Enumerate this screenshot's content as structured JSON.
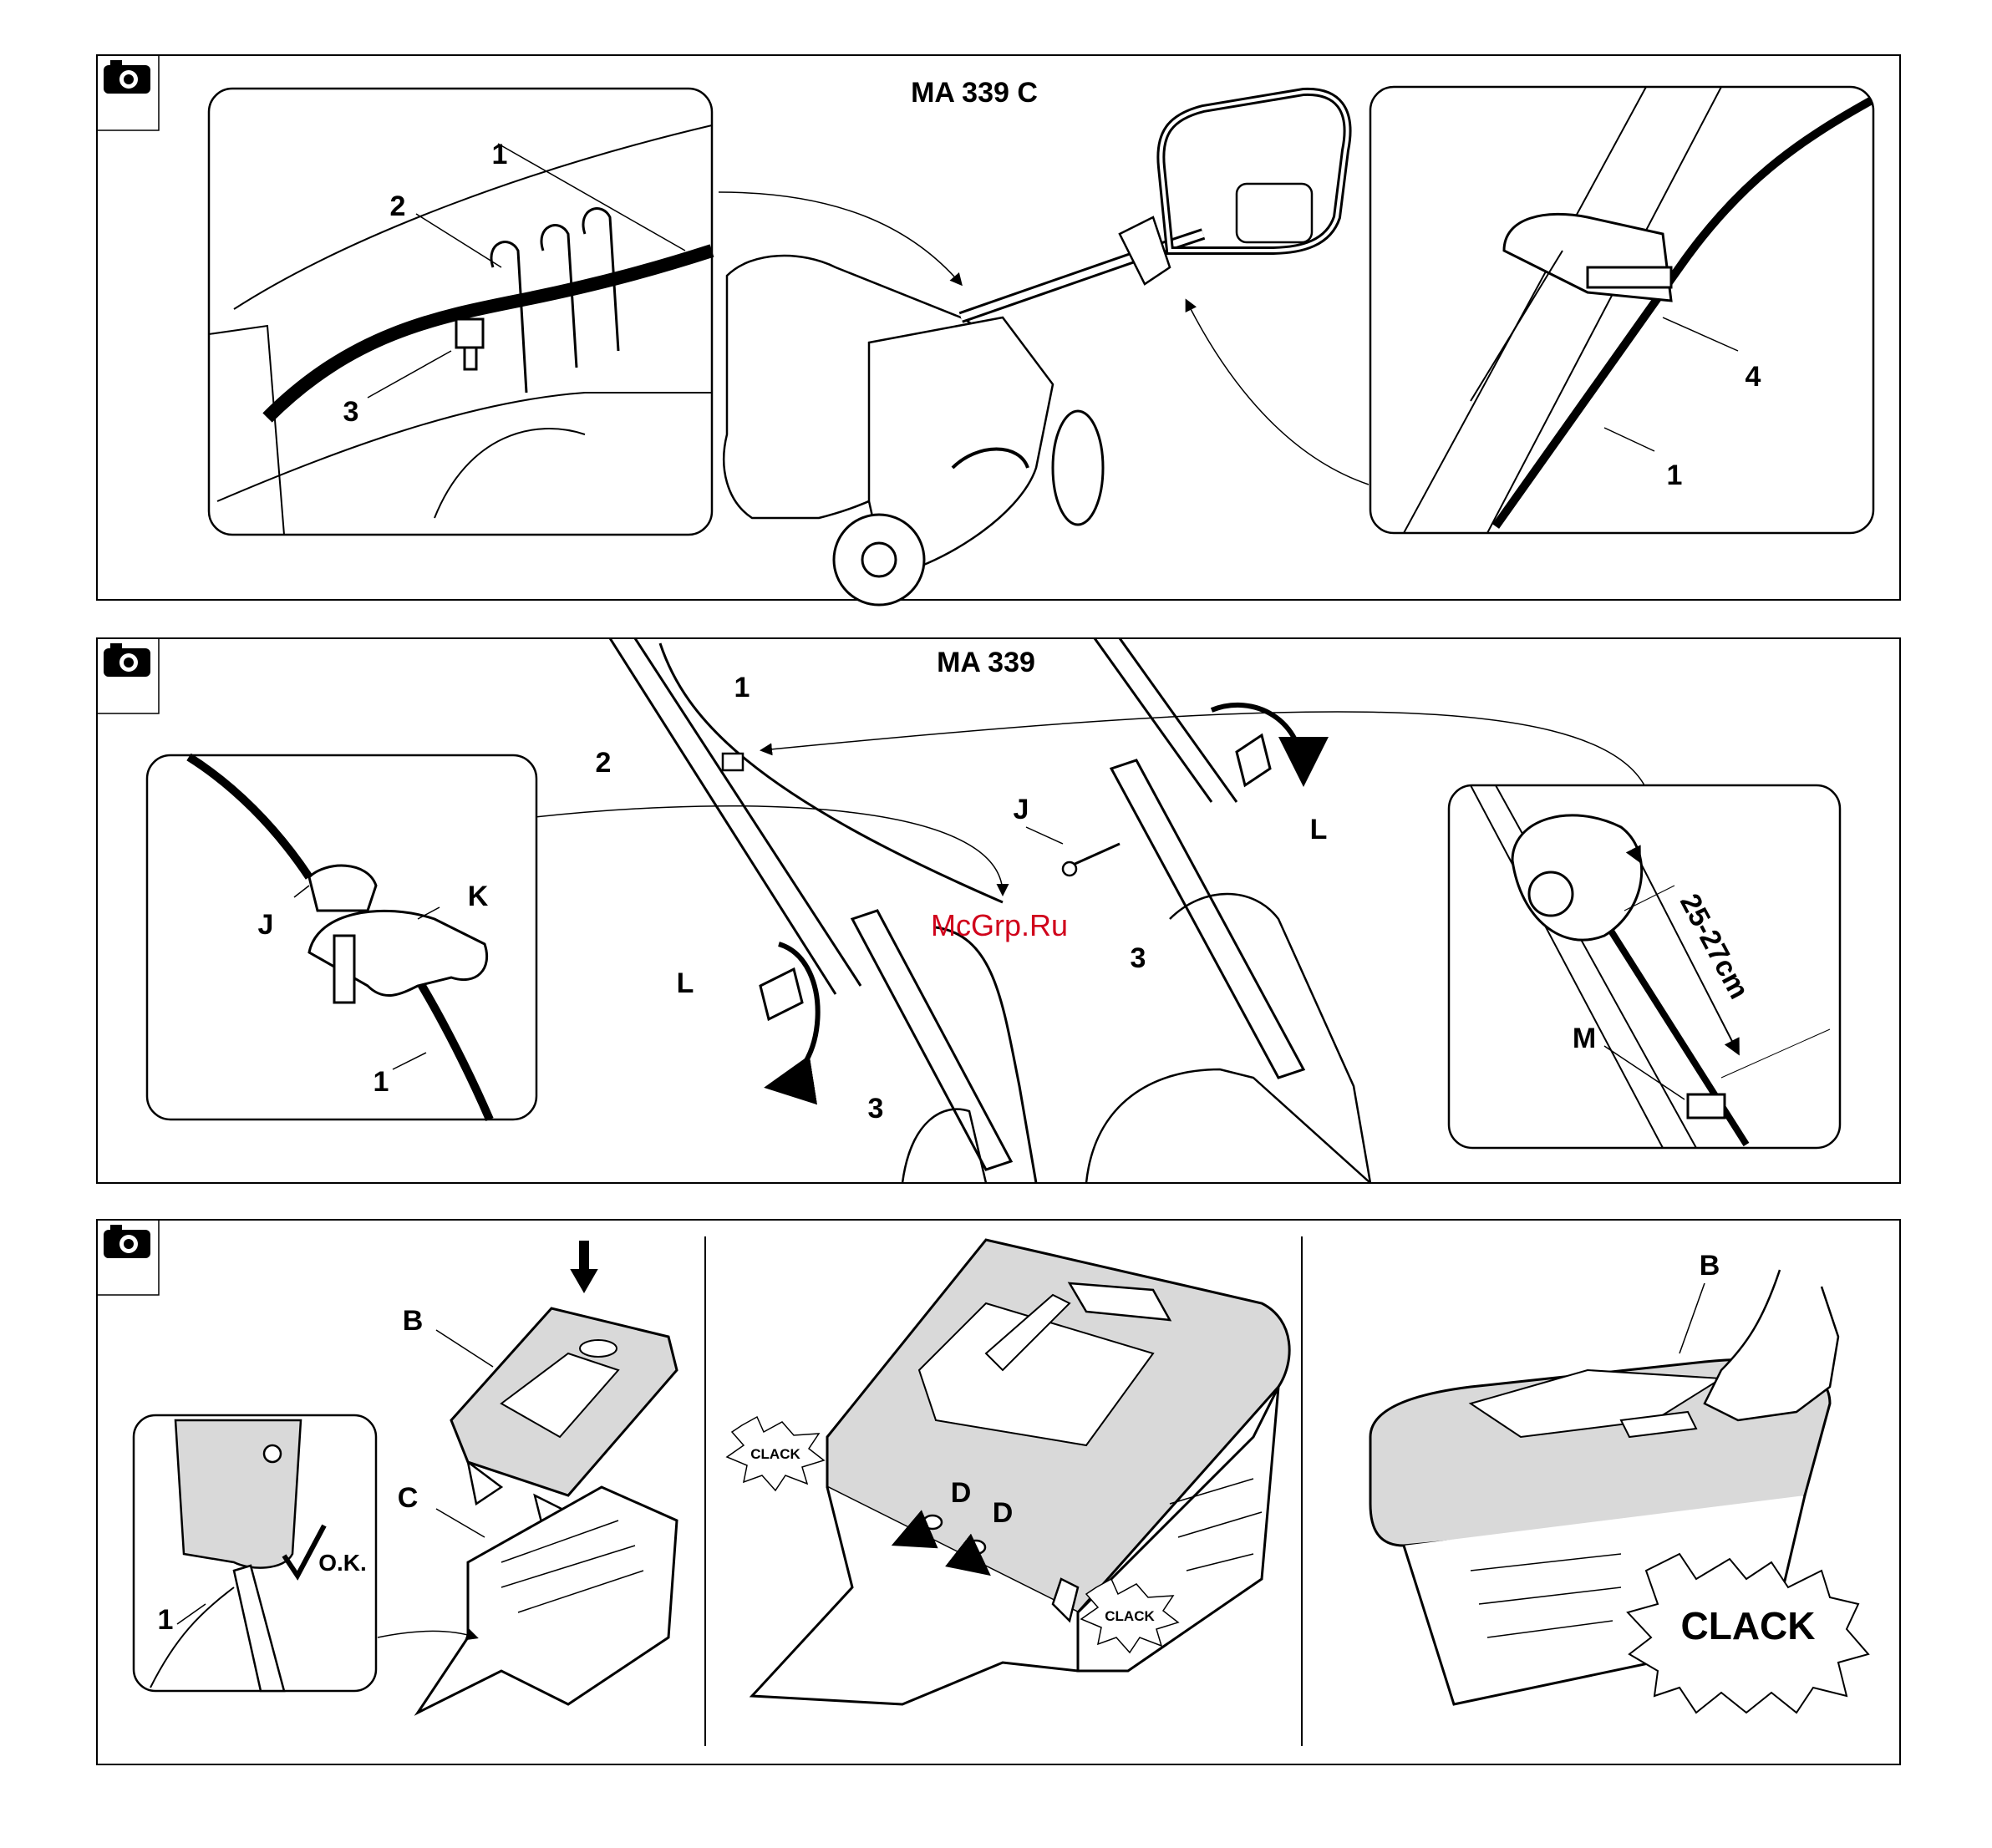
{
  "panels": [
    {
      "title": "MA 339 C",
      "callouts": [
        "1",
        "2",
        "3",
        "1",
        "4",
        "1"
      ]
    },
    {
      "title": "MA 339",
      "callouts": [
        "1",
        "2",
        "J",
        "L",
        "L",
        "3",
        "3",
        "J",
        "K",
        "1",
        "25-27cm",
        "M"
      ]
    },
    {
      "callouts": [
        "B",
        "C",
        "1",
        "D",
        "D",
        "B"
      ],
      "ok_label": "O.K.",
      "clack_small": "CLACK",
      "clack_large": "CLACK"
    }
  ],
  "watermark": "McGrp.Ru",
  "icons": [
    "camera-icon"
  ],
  "colors": {
    "line": "#000000",
    "shade": "#d9d9d9",
    "watermark": "#d0021b"
  }
}
